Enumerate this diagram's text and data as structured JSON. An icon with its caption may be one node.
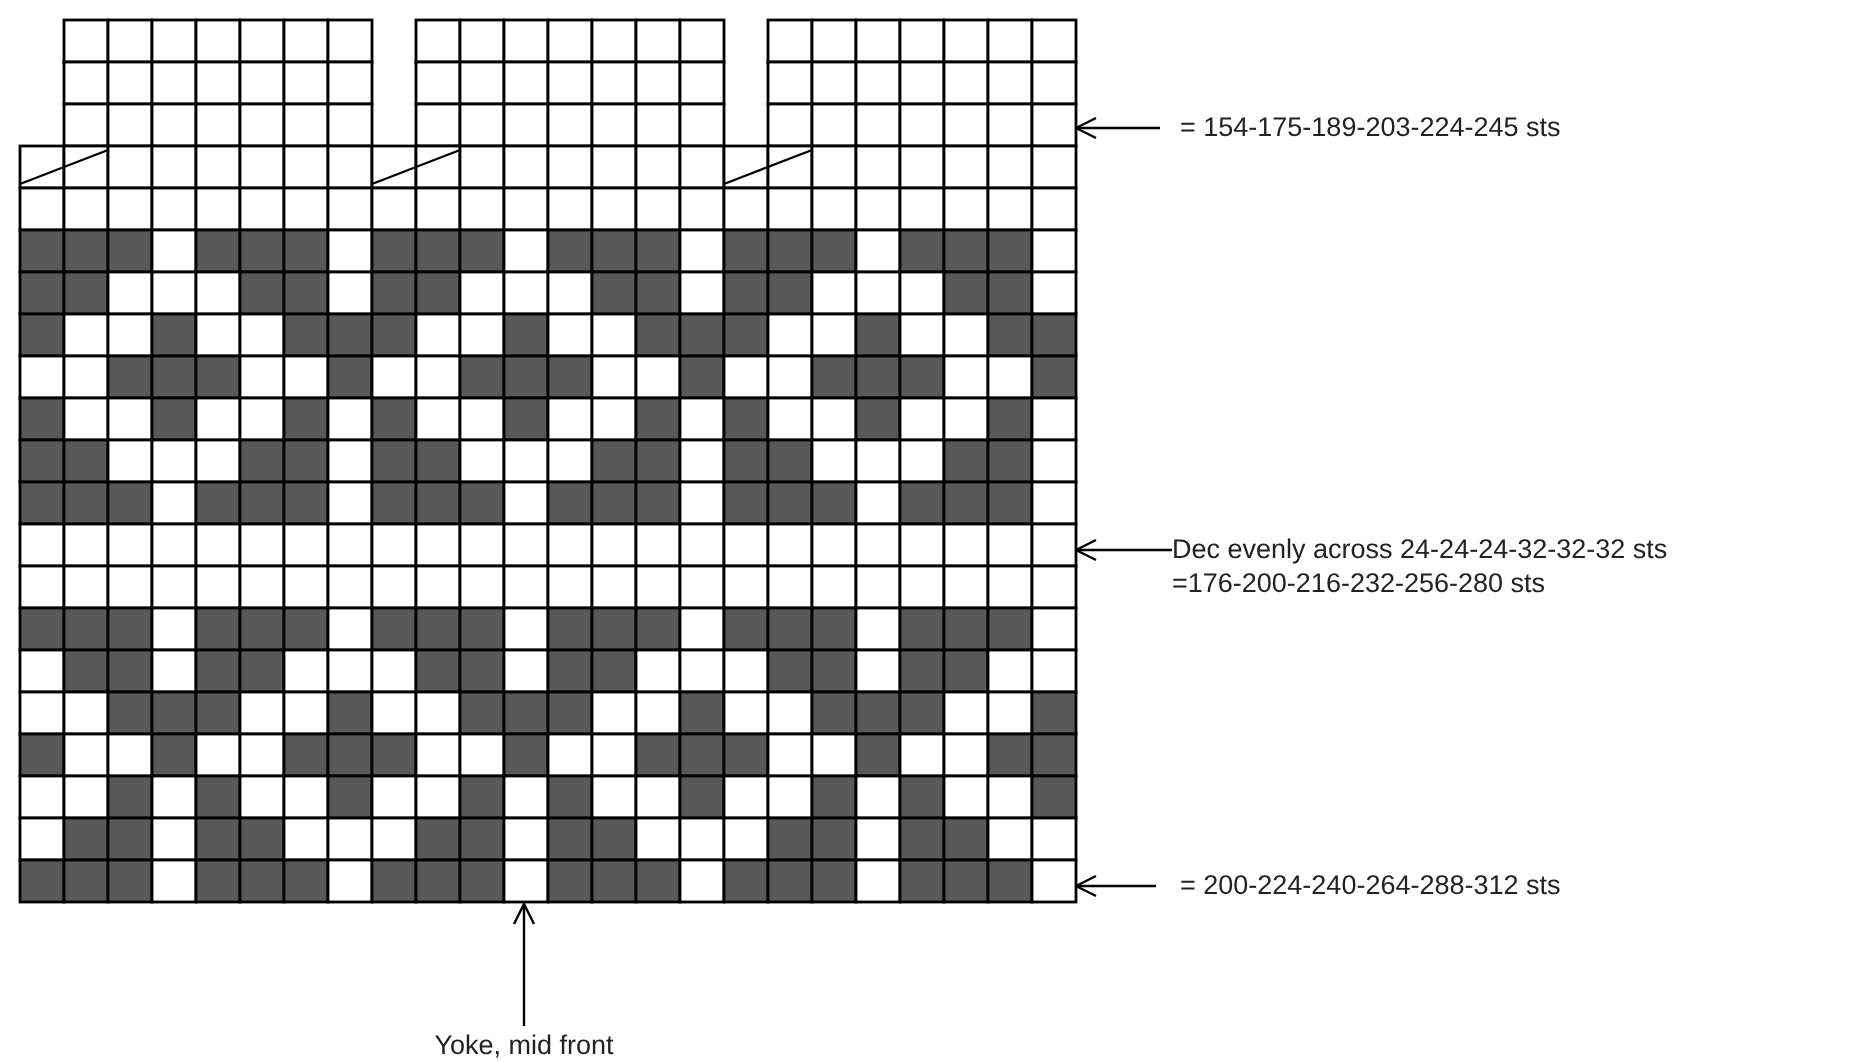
{
  "diagram": {
    "nodes": [
      {
        "text": [],
        "shape": "picture"
      },
      {
        "text": [
          "= 154-175-189-203-224-245 sts"
        ]
      },
      {
        "text": [
          "Dec evenly across 24-24-24-32-32-32 sts",
          "=176-200-216-232-256-280 sts"
        ]
      },
      {
        "text": [
          "= 200-224-240-264-288-312 sts"
        ]
      },
      {
        "text": [
          "Yoke, mid front"
        ]
      }
    ],
    "edges": [
      {
        "from": 1,
        "to": 0,
        "arrow": "to"
      },
      {
        "from": 2,
        "to": 0,
        "arrow": "to"
      },
      {
        "from": 3,
        "to": 0,
        "arrow": "to"
      },
      {
        "from": 4,
        "to": 0,
        "arrow": "to"
      }
    ]
  }
}
